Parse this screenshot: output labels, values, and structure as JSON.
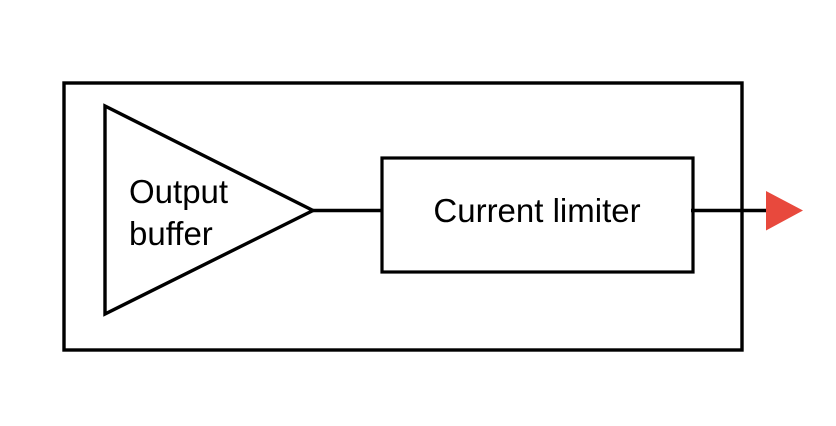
{
  "colors": {
    "background": "#ffffff",
    "line": "#000000",
    "text": "#000000",
    "arrow_red": "#e8493d"
  },
  "diagram": {
    "output_buffer": {
      "label": "Output buffer",
      "line1": "Output",
      "line2": "buffer"
    },
    "current_limiter": {
      "label": "Current limiter"
    },
    "output_arrowhead_icon": "arrow-right-icon"
  }
}
